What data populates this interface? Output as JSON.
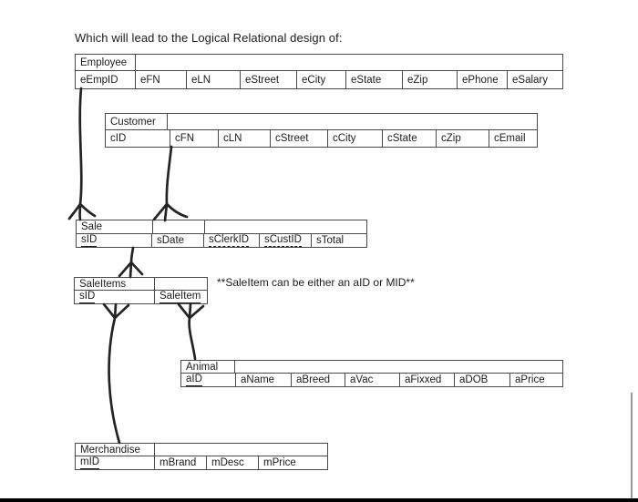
{
  "page": {
    "title": "Which will lead to the Logical Relational design of:",
    "annotation": "**SaleItem can be either an aID or MID**",
    "colors": {
      "background": "#ffffff",
      "table_border": "#4a4a4a",
      "hand_drawn_line": "#242424",
      "text": "#1b1b1b",
      "bottom_bar": "#000000"
    }
  },
  "tables": {
    "employee": {
      "name": "Employee",
      "columns": [
        "eEmpID",
        "eFN",
        "eLN",
        "eStreet",
        "eCity",
        "eState",
        "eZip",
        "ePhone",
        "eSalary"
      ],
      "primary_keys": [],
      "foreign_keys": []
    },
    "customer": {
      "name": "Customer",
      "columns": [
        "cID",
        "cFN",
        "cLN",
        "cStreet",
        "cCity",
        "cState",
        "cZip",
        "cEmail"
      ],
      "primary_keys": [],
      "foreign_keys": []
    },
    "sale": {
      "name": "Sale",
      "columns": [
        "sID",
        "sDate",
        "sClerkID",
        "sCustID",
        "sTotal"
      ],
      "primary_keys": [
        "sID"
      ],
      "foreign_keys": [
        "sClerkID",
        "sCustID"
      ]
    },
    "saleitems": {
      "name": "SaleItems",
      "columns": [
        "sID",
        "SaleItem"
      ],
      "primary_keys": [
        "sID",
        "SaleItem"
      ],
      "foreign_keys": []
    },
    "animal": {
      "name": "Animal",
      "columns": [
        "aID",
        "aName",
        "aBreed",
        "aVac",
        "aFixxed",
        "aDOB",
        "aPrice"
      ],
      "primary_keys": [
        "aID"
      ],
      "foreign_keys": []
    },
    "merchandise": {
      "name": "Merchandise",
      "columns": [
        "mID",
        "mBrand",
        "mDesc",
        "mPrice"
      ],
      "primary_keys": [
        "mID"
      ],
      "foreign_keys": []
    }
  },
  "relationships": [
    {
      "from": "Employee",
      "to": "Sale",
      "crow_foot_at": "Sale"
    },
    {
      "from": "Customer",
      "to": "Sale",
      "crow_foot_at": "Sale"
    },
    {
      "from": "Sale",
      "to": "SaleItems",
      "crow_foot_at": "SaleItems"
    },
    {
      "from": "SaleItems",
      "to": "Merchandise",
      "crow_foot_at": "SaleItems"
    },
    {
      "from": "SaleItems",
      "to": "Animal",
      "crow_foot_at": "SaleItems"
    }
  ]
}
